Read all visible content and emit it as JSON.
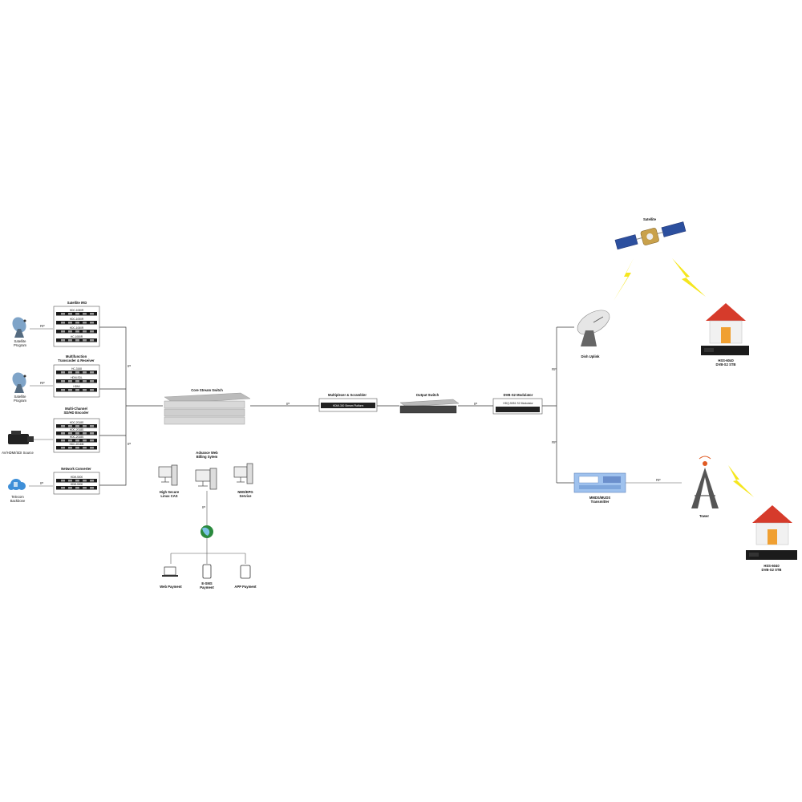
{
  "sources": {
    "sat1_label": "Satellite\nProgram",
    "sat2_label": "Satellite\nProgram",
    "cam_label": "AV/HDMI/SDI Source",
    "telecom_label": "Telecom\nBackbone"
  },
  "input_devices": {
    "ird_title": "Satellite IRD",
    "ird_units": [
      "HDC-1080R",
      "HDC-1050R",
      "HDC-1080R",
      "HC-1080R"
    ],
    "trans_title": "Multifunction\nTranscoder & Receiver",
    "trans_units": [
      "HC-3168",
      "HDM-SDL",
      "HDMI"
    ],
    "enc_title": "Multi-Channel\nSD/HD Encoder",
    "enc_units": [
      "HDC-2018S",
      "HDC-2018S",
      "HDC-2018S",
      "HDC-2018M"
    ],
    "conv_title": "Network Converter",
    "conv_units": [
      "HDM-5000",
      "HDM-5000"
    ]
  },
  "core": {
    "switch_title": "Core Stream Switch",
    "mux_title": "Multiplexer & Scrambler",
    "mux_unit": "HDMI-300 Stream Platform",
    "out_switch_title": "Output Switch",
    "mod_title": "DVB-S2 Modulator",
    "mod_unit": "HDQ-5051 S2 Modulator"
  },
  "billing": {
    "title": "Advance Web\nBilling Sytem",
    "cas_label": "High Secure\nLinux CAS",
    "nms_label": "NMS/EPG\nService",
    "web_pay": "Web Payment",
    "sms_pay": "E-SMS\nPayment",
    "app_pay": "APP Payment"
  },
  "output": {
    "satellite_label": "Satellite",
    "dish_label": "Dish Uplink",
    "stb1_label": "HSS-6040\nDVB-S2 STB",
    "mmds_label": "MMDS/MUDS\nTransmitter",
    "tower_label": "Tower",
    "stb2_label": "HSS-6040\nDVB-S2 STB"
  },
  "link_labels": {
    "rf": "RF",
    "ip": "IP"
  },
  "colors": {
    "rack_dark": "#1b1b1b",
    "rack_light": "#d9d9d9",
    "house_roof": "#d63b2b",
    "house_wall": "#f1f1f1",
    "door": "#f0a032",
    "beam": "#f5e61e",
    "solar": "#2c4f9e",
    "globe": "#2b8a3e",
    "transmitter": "#9fc2ee"
  }
}
